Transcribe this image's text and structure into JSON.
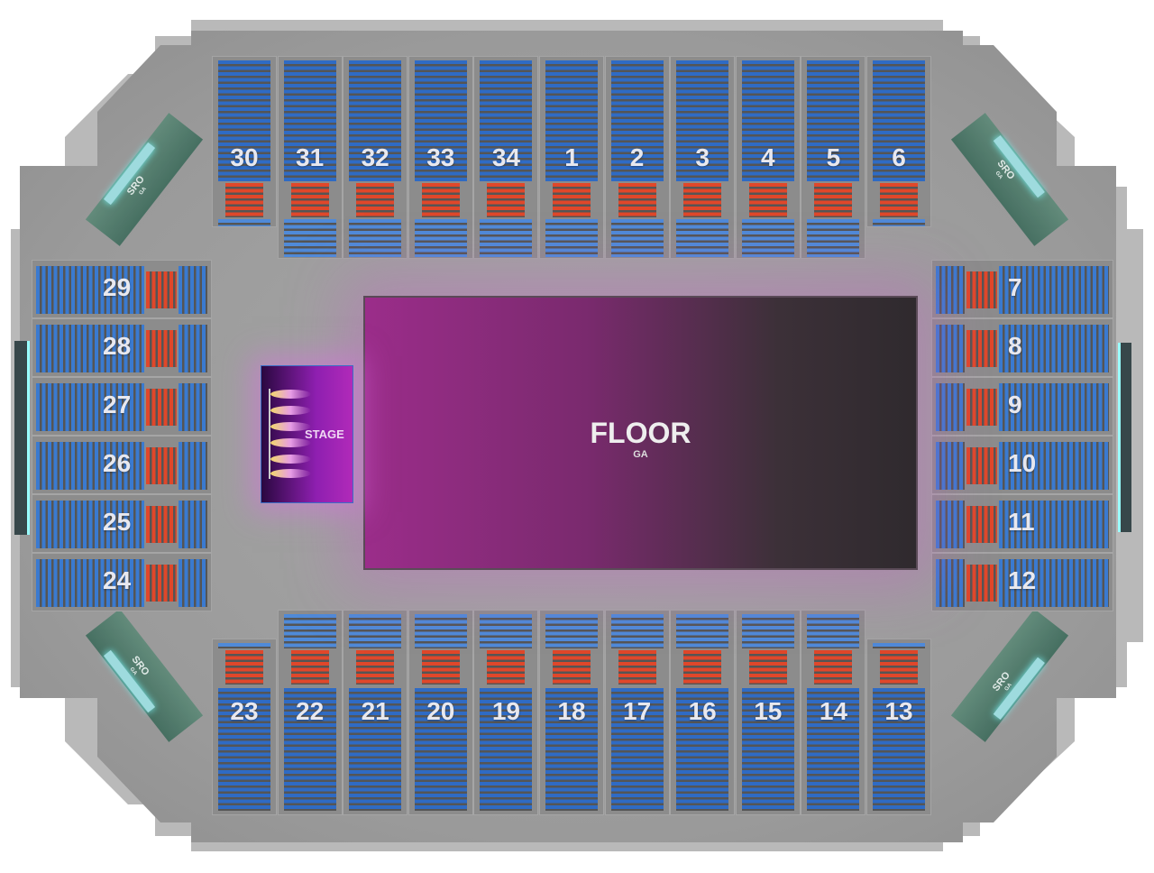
{
  "venue": {
    "floor": {
      "label": "FLOOR",
      "sub": "GA"
    },
    "stage": {
      "label": "STAGE"
    },
    "sro": [
      {
        "label": "SRO",
        "sub": "GA"
      },
      {
        "label": "SRO",
        "sub": "GA"
      },
      {
        "label": "SRO",
        "sub": "GA"
      },
      {
        "label": "SRO",
        "sub": "GA"
      }
    ],
    "top_sections": [
      "30",
      "31",
      "32",
      "33",
      "34",
      "1",
      "2",
      "3",
      "4",
      "5",
      "6"
    ],
    "bottom_sections": [
      "23",
      "22",
      "21",
      "20",
      "19",
      "18",
      "17",
      "16",
      "15",
      "14",
      "13"
    ],
    "left_sections": [
      "29",
      "28",
      "27",
      "26",
      "25",
      "24"
    ],
    "right_sections": [
      "7",
      "8",
      "9",
      "10",
      "11",
      "12"
    ],
    "colors": {
      "seat_blue": "#2f6bc4",
      "seat_red": "#e0472a",
      "floor": "#9b2d8a",
      "stage": "#8e1fb0",
      "sro": "#4e7b6a"
    }
  }
}
